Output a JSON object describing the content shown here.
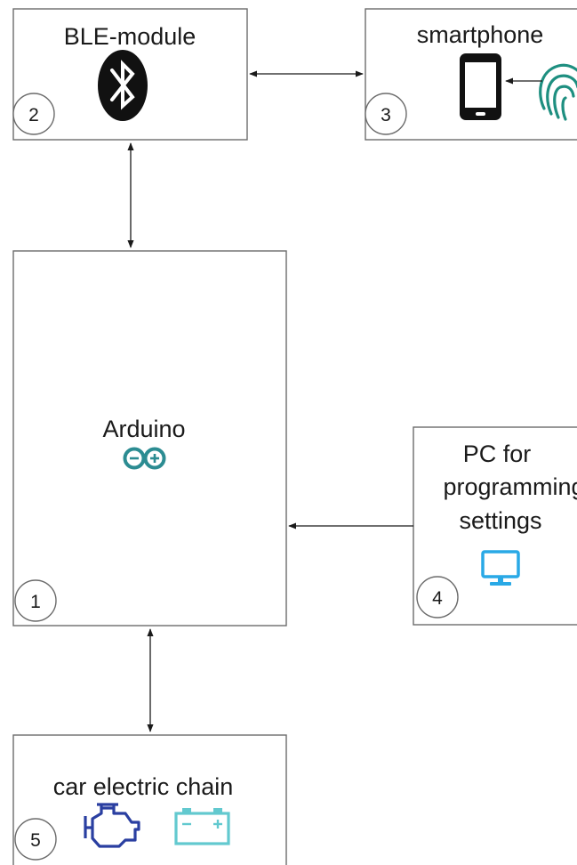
{
  "nodes": {
    "ble": {
      "label": "BLE-module",
      "number": "2",
      "icon": "bluetooth-icon"
    },
    "smartphone": {
      "label": "smartphone",
      "number": "3",
      "icons": [
        "smartphone-icon",
        "fingerprint-icon"
      ]
    },
    "arduino": {
      "label": "Arduino",
      "number": "1",
      "icon": "arduino-logo-icon"
    },
    "pc": {
      "label_lines": [
        "PC for",
        "programming",
        "settings"
      ],
      "number": "4",
      "icon": "monitor-icon"
    },
    "car": {
      "label": "car electric chain",
      "number": "5",
      "icons": [
        "engine-icon",
        "battery-icon"
      ]
    }
  },
  "connections": [
    {
      "from": "ble",
      "to": "smartphone",
      "direction": "bidirectional"
    },
    {
      "from": "ble",
      "to": "arduino",
      "direction": "bidirectional"
    },
    {
      "from": "pc",
      "to": "arduino",
      "direction": "one-way"
    },
    {
      "from": "arduino",
      "to": "car",
      "direction": "bidirectional"
    },
    {
      "from": "fingerprint",
      "to": "smartphone",
      "direction": "one-way"
    }
  ],
  "colors": {
    "arduino": "#2c8c92",
    "monitor": "#29a9e6",
    "engine": "#2a3fa1",
    "battery": "#62c9cf",
    "fingerprint": "#1e8f80",
    "box_stroke": "#6b6b6b",
    "text": "#1a1a1a"
  }
}
